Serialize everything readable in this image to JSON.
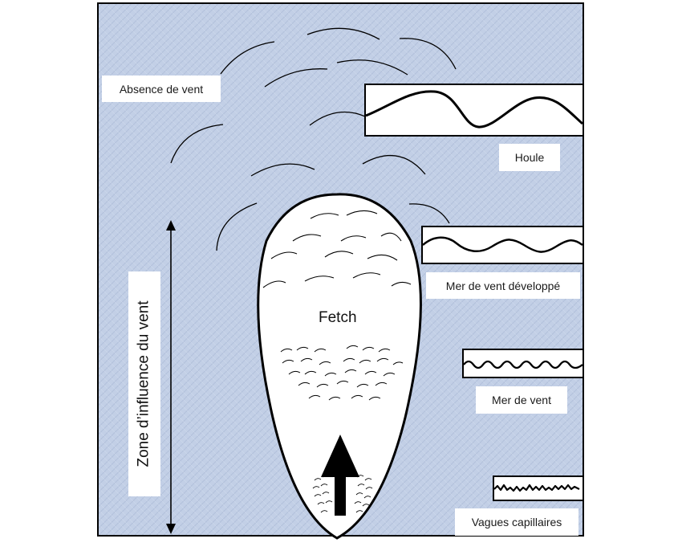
{
  "labels": {
    "absence_de_vent": "Absence de vent",
    "houle": "Houle",
    "mer_de_vent_developpe": "Mer de vent développé",
    "mer_de_vent": "Mer de vent",
    "vagues_capillaires": "Vagues capillaires",
    "fetch": "Fetch",
    "zone_influence": "Zone d’influence du vent"
  },
  "colors": {
    "sea_background": "#c2cfe6",
    "box_fill": "#ffffff",
    "stroke": "#000000"
  },
  "icons": {
    "wind_arrow": "wind-direction-arrow-icon",
    "zone_arrow": "double-headed-vertical-arrow-icon"
  }
}
